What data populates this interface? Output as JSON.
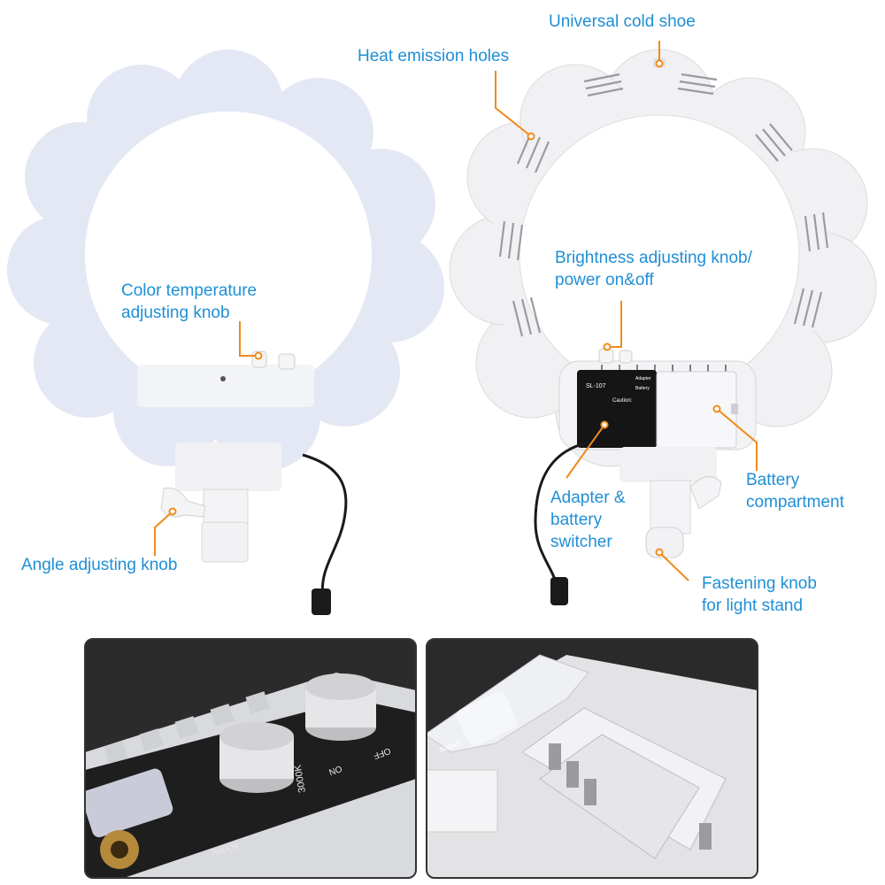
{
  "colors": {
    "label": "#1f8fd6",
    "leader": "#f08a1c",
    "leader_dot": "#ffffff"
  },
  "front_view": {
    "labels": {
      "color_temperature_knob": [
        "Color temperature",
        "adjusting knob"
      ],
      "angle_knob": [
        "Angle adjusting knob"
      ]
    }
  },
  "back_view": {
    "labels": {
      "cold_shoe": [
        "Universal cold shoe"
      ],
      "heat_holes": [
        "Heat emission holes"
      ],
      "brightness_knob": [
        "Brightness adjusting knob/",
        "power on&off"
      ],
      "switcher": [
        "Adapter &",
        "battery",
        "switcher"
      ],
      "battery_compartment": [
        "Battery",
        "compartment"
      ],
      "fastening_knob": [
        "Fastening knob",
        "for light stand"
      ]
    },
    "panel": {
      "model": "SL-107",
      "caution": "Caution:",
      "adapter": "Adapter",
      "battery": "Battery"
    }
  },
  "detail_controls": {
    "markings": {
      "off": "OFF",
      "on": "ON",
      "k3000": "3000K",
      "k6000": "6000K"
    }
  },
  "detail_battery": {
    "markings": {
      "battery": "Battery"
    }
  }
}
